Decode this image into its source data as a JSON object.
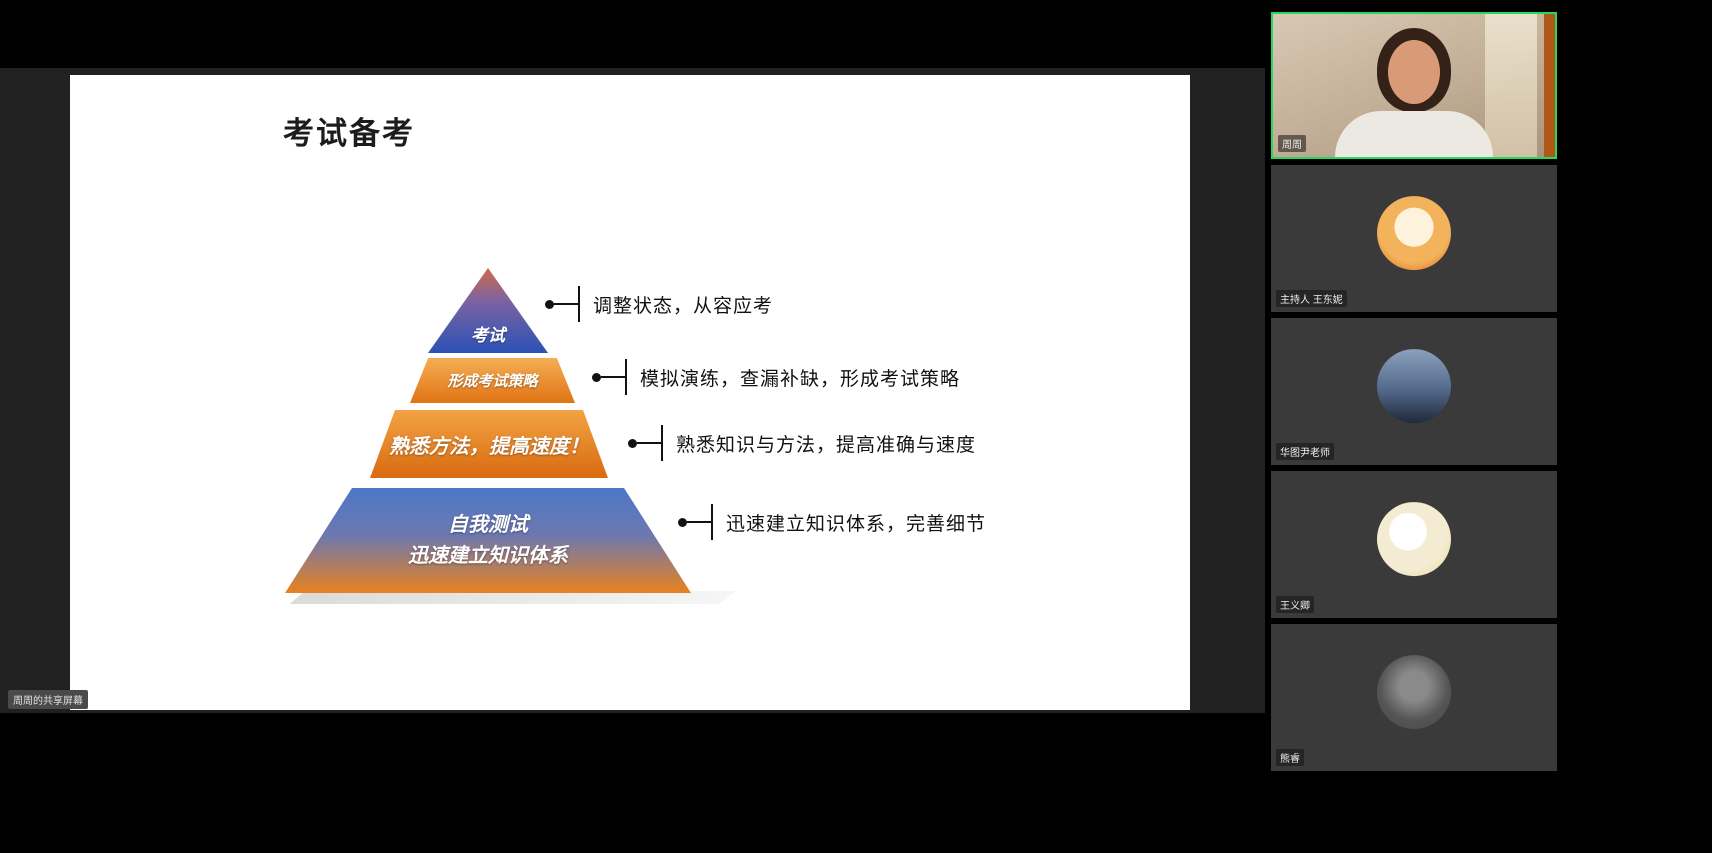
{
  "app": {
    "share_label": "周周的共享屏幕",
    "active_speaker_border_color": "#25d95c",
    "tile_background_color": "#3a3a3a"
  },
  "slide": {
    "title": "考试备考",
    "pyramid": {
      "levels": [
        {
          "label": "考试",
          "callout": "调整状态，从容应考"
        },
        {
          "label": "形成考试策略",
          "callout": "模拟演练，查漏补缺，形成考试策略"
        },
        {
          "label": "熟悉方法，提高速度！",
          "callout": "熟悉知识与方法，提高准确与速度"
        },
        {
          "label_lines": [
            "自我测试",
            "迅速建立知识体系"
          ],
          "callout": "迅速建立知识体系，完善细节"
        }
      ],
      "colors": {
        "blue": "#2b52b6",
        "orange": "#e07414"
      }
    }
  },
  "participants": [
    {
      "name": "周周",
      "video": true,
      "active_speaker": true
    },
    {
      "name": "主持人 王东妮",
      "video": false,
      "active_speaker": false
    },
    {
      "name": "华图尹老师",
      "video": false,
      "active_speaker": false
    },
    {
      "name": "王义卿",
      "video": false,
      "active_speaker": false
    },
    {
      "name": "熊睿",
      "video": false,
      "active_speaker": false
    }
  ]
}
